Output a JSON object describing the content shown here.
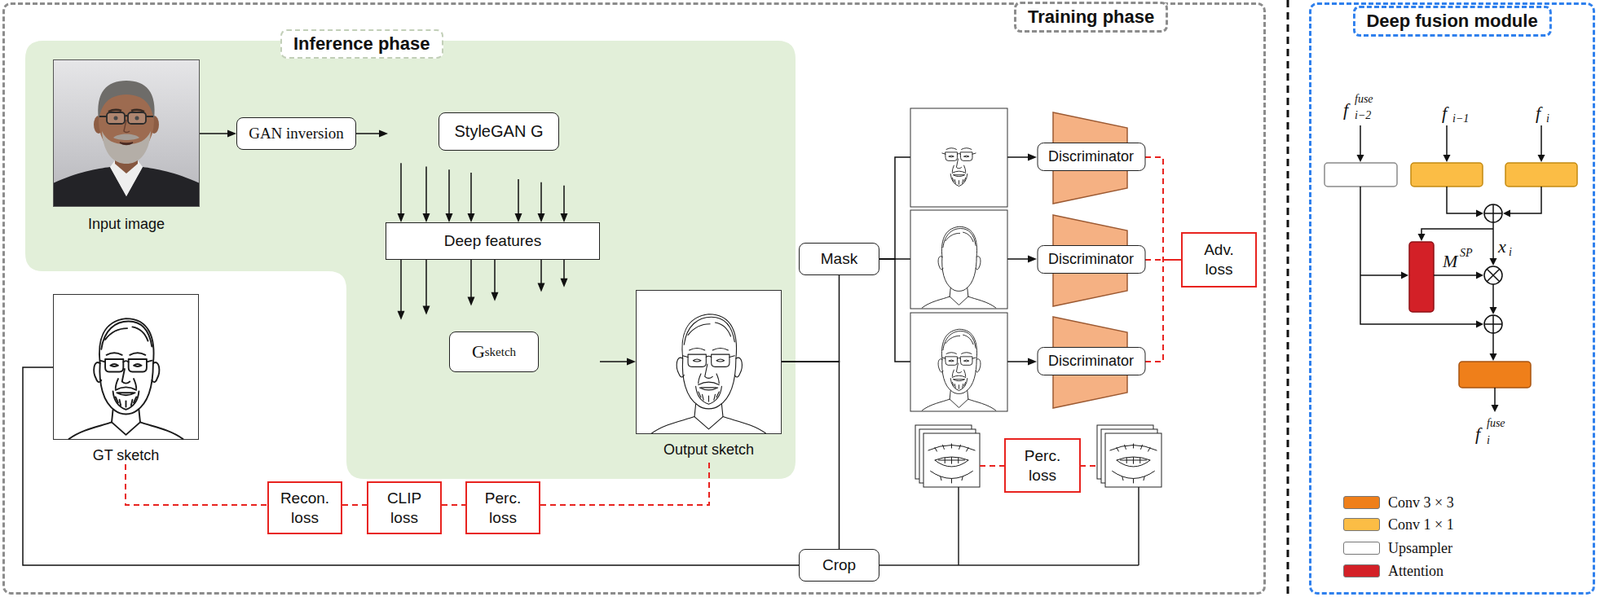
{
  "diagram": {
    "nodes": [
      {
        "text": [
          "Training phase"
        ]
      },
      {
        "text": [
          "Inference phase"
        ],
        "in": 0
      },
      {
        "text": [
          "Input image"
        ],
        "in": 1
      },
      {
        "text": [
          "GAN inversion"
        ],
        "in": 1
      },
      {
        "text": [
          "StyleGAN G"
        ],
        "in": 1
      },
      {
        "text": [
          "Deep features"
        ],
        "in": 1
      },
      {
        "text": [
          "G",
          "sketch"
        ],
        "in": 1
      },
      {
        "text": [
          "Output sketch"
        ],
        "in": 1
      },
      {
        "text": [
          "GT sketch"
        ],
        "in": 0
      },
      {
        "text": [
          "Mask"
        ],
        "in": 0
      },
      {
        "text": [
          "Discriminator"
        ],
        "in": 0
      },
      {
        "text": [
          "Discriminator"
        ],
        "in": 0
      },
      {
        "text": [
          "Discriminator"
        ],
        "in": 0
      },
      {
        "text": [
          "Adv. loss"
        ],
        "in": 0
      },
      {
        "text": [
          "Recon. loss"
        ],
        "in": 0
      },
      {
        "text": [
          "CLIP loss"
        ],
        "in": 0
      },
      {
        "text": [
          "Perc. loss"
        ],
        "in": 0
      },
      {
        "text": [
          "Perc. loss"
        ],
        "in": 0
      },
      {
        "text": [
          "Crop"
        ],
        "in": 0
      },
      {
        "text": [
          "Deep fusion module"
        ]
      }
    ],
    "edges": [
      {
        "from": 2,
        "to": 3,
        "arrow": "to"
      },
      {
        "from": 3,
        "to": 4,
        "arrow": "to"
      },
      {
        "from": 4,
        "to": 5,
        "arrow": "to"
      },
      {
        "from": 5,
        "to": 6,
        "arrow": "to"
      },
      {
        "from": 6,
        "to": 7,
        "arrow": "to"
      },
      {
        "from": 7,
        "to": 9,
        "arrow": "none"
      },
      {
        "from": 7,
        "to": 18,
        "arrow": "none"
      },
      {
        "from": 9,
        "to": 10,
        "arrow": "to"
      },
      {
        "from": 9,
        "to": 11,
        "arrow": "to"
      },
      {
        "from": 9,
        "to": 12,
        "arrow": "to"
      },
      {
        "from": 10,
        "to": 13,
        "arrow": "none"
      },
      {
        "from": 11,
        "to": 13,
        "arrow": "none"
      },
      {
        "from": 12,
        "to": 13,
        "arrow": "none"
      },
      {
        "from": 8,
        "to": 18,
        "arrow": "none"
      },
      {
        "from": 8,
        "to": 14,
        "arrow": "none"
      },
      {
        "from": 14,
        "to": 15,
        "arrow": "none"
      },
      {
        "from": 15,
        "to": 16,
        "arrow": "none"
      },
      {
        "from": 16,
        "to": 7,
        "arrow": "none"
      }
    ],
    "labels": [
      "f",
      "fuse",
      "i−2",
      "f",
      "i−1",
      "f",
      "i",
      "x",
      "i",
      "M",
      "SP",
      "f",
      "fuse",
      "i"
    ],
    "legend": [
      {
        "text": "Conv 3 × 3",
        "color": "#ef7f1a"
      },
      {
        "text": "Conv 1 × 1",
        "color": "#fbbd45"
      },
      {
        "text": "Upsampler",
        "color": "#ffffff"
      },
      {
        "text": "Attention",
        "color": "#d32027"
      }
    ]
  }
}
